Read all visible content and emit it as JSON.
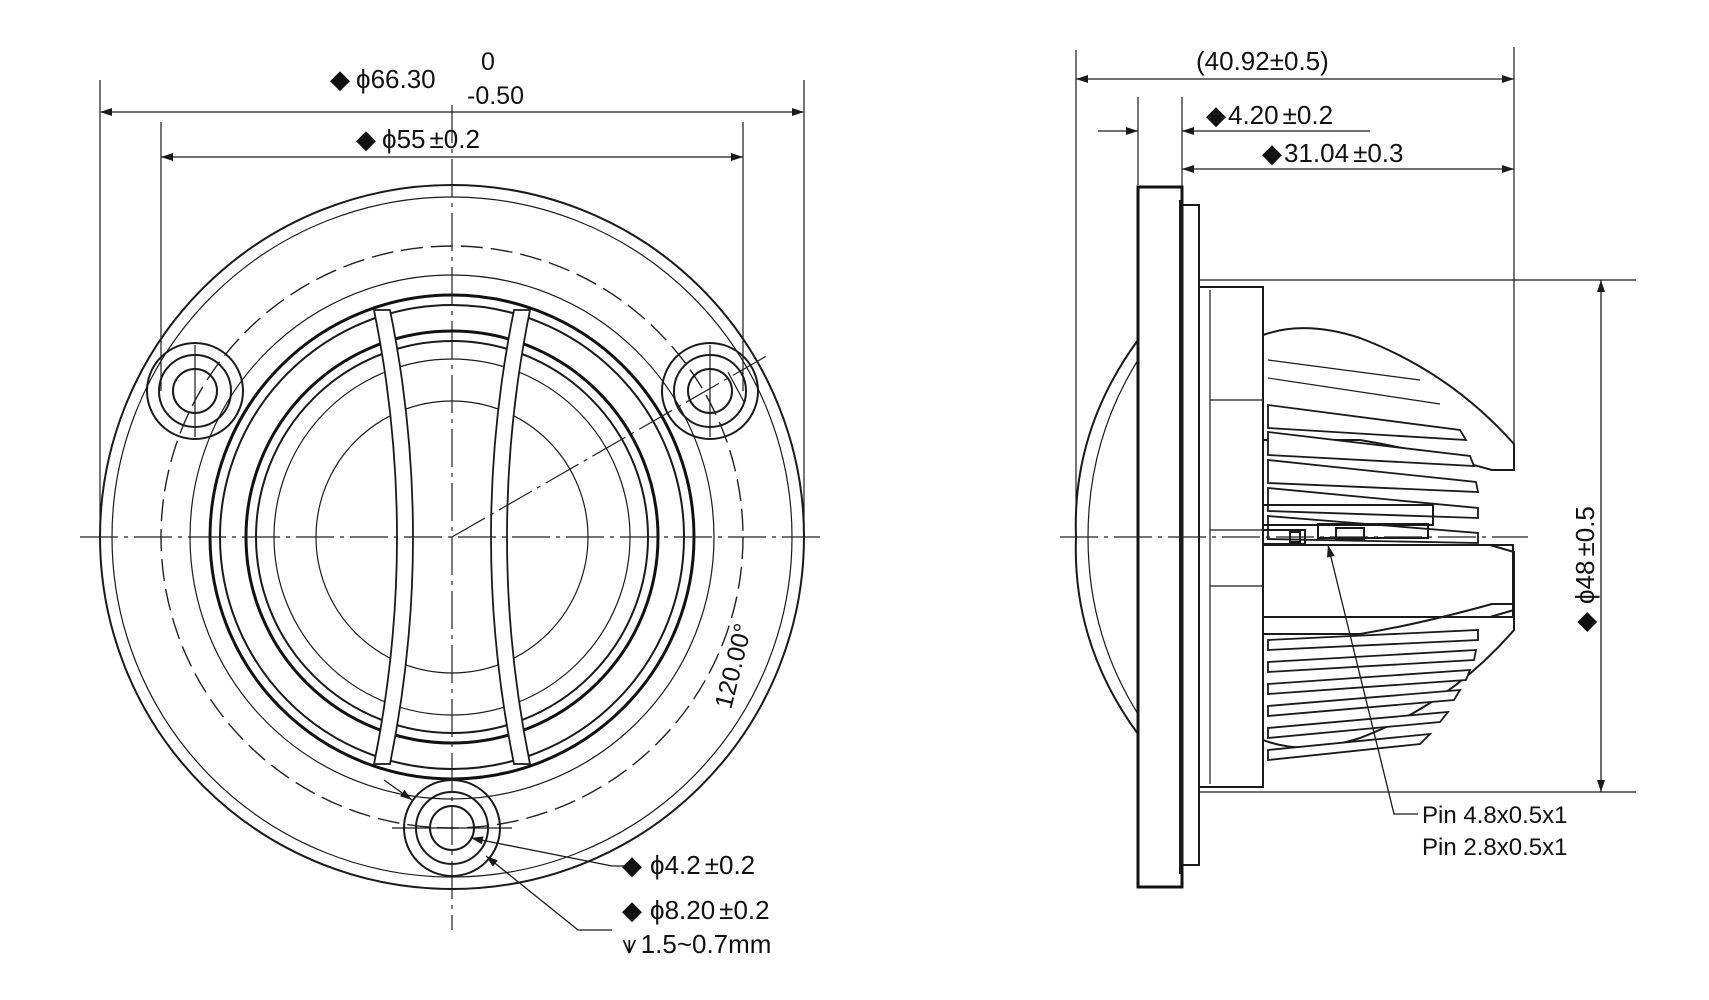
{
  "front_view": {
    "outer_diameter": {
      "value": "66.30",
      "upper_tol": "0",
      "lower_tol": "-0.50"
    },
    "bolt_circle_diameter": {
      "value": "55",
      "tol": "±0.2"
    },
    "hole_angle": "120.00°",
    "hole_diameter": {
      "value": "4.2",
      "tol": "±0.2"
    },
    "counterbore": {
      "value": "8.20",
      "tol": "±0.2",
      "depth": "1.5~0.7mm"
    }
  },
  "side_view": {
    "overall_depth": {
      "value": "(40.92±0.5)"
    },
    "flange_thickness": {
      "value": "4.20",
      "tol": "±0.2"
    },
    "body_depth": {
      "value": "31.04",
      "tol": "±0.3"
    },
    "body_diameter": {
      "value": "48",
      "tol": "±0.5"
    },
    "pins": [
      "Pin 4.8x0.5x1",
      "Pin 2.8x0.5x1"
    ]
  },
  "symbols": {
    "diamond": "◆",
    "diameter": "ϕ",
    "depth": "⩛"
  }
}
